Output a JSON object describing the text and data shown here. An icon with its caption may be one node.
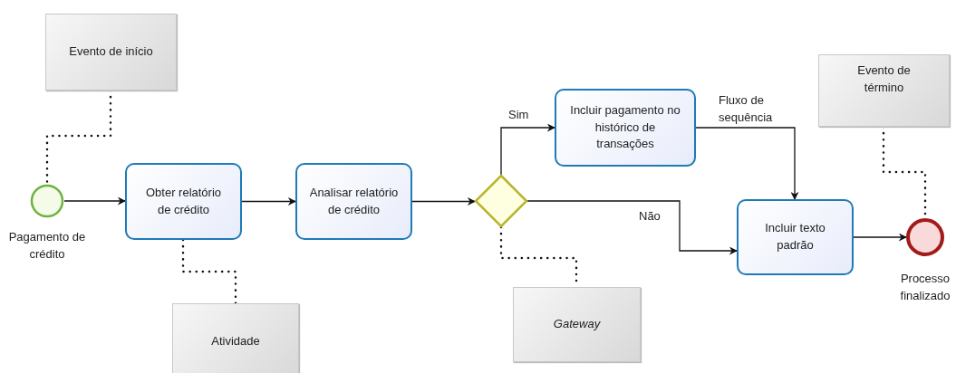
{
  "diagram": {
    "nodes": [
      {
        "text": [
          "Evento de início"
        ]
      },
      {
        "text": [],
        "shape": "circle",
        "beside": [
          "Pagamento de crédito"
        ]
      },
      {
        "text": [
          "Obter relatório de crédito"
        ]
      },
      {
        "text": [
          "Analisar relatório de crédito"
        ]
      },
      {
        "text": [],
        "shape": "diamond"
      },
      {
        "text": [
          "Incluir pagamento no histórico de transações"
        ]
      },
      {
        "text": [
          "Incluir texto padrão"
        ]
      },
      {
        "text": [],
        "shape": "circle",
        "beside": [
          "Processo finalizado"
        ]
      },
      {
        "text": [
          "Atividade"
        ]
      },
      {
        "text": [
          "Gateway"
        ]
      },
      {
        "text": [
          "Evento de término"
        ]
      }
    ],
    "edges": [
      {
        "from": 1,
        "to": 2,
        "arrow": "to"
      },
      {
        "from": 2,
        "to": 3,
        "arrow": "to"
      },
      {
        "from": 3,
        "to": 4,
        "arrow": "to"
      },
      {
        "from": 4,
        "to": 5,
        "arrow": "to",
        "label": "Sim"
      },
      {
        "from": 5,
        "to": 6,
        "arrow": "to",
        "label": "Fluxo de sequência"
      },
      {
        "from": 4,
        "to": 6,
        "arrow": "to",
        "label": "Não"
      },
      {
        "from": 6,
        "to": 7,
        "arrow": "to"
      },
      {
        "from": 0,
        "to": 1,
        "arrow": "none",
        "style": "dashed"
      },
      {
        "from": 2,
        "to": 8,
        "arrow": "none",
        "style": "dashed"
      },
      {
        "from": 4,
        "to": 9,
        "arrow": "none",
        "style": "dashed"
      },
      {
        "from": 10,
        "to": 7,
        "arrow": "none",
        "style": "dashed"
      }
    ]
  }
}
